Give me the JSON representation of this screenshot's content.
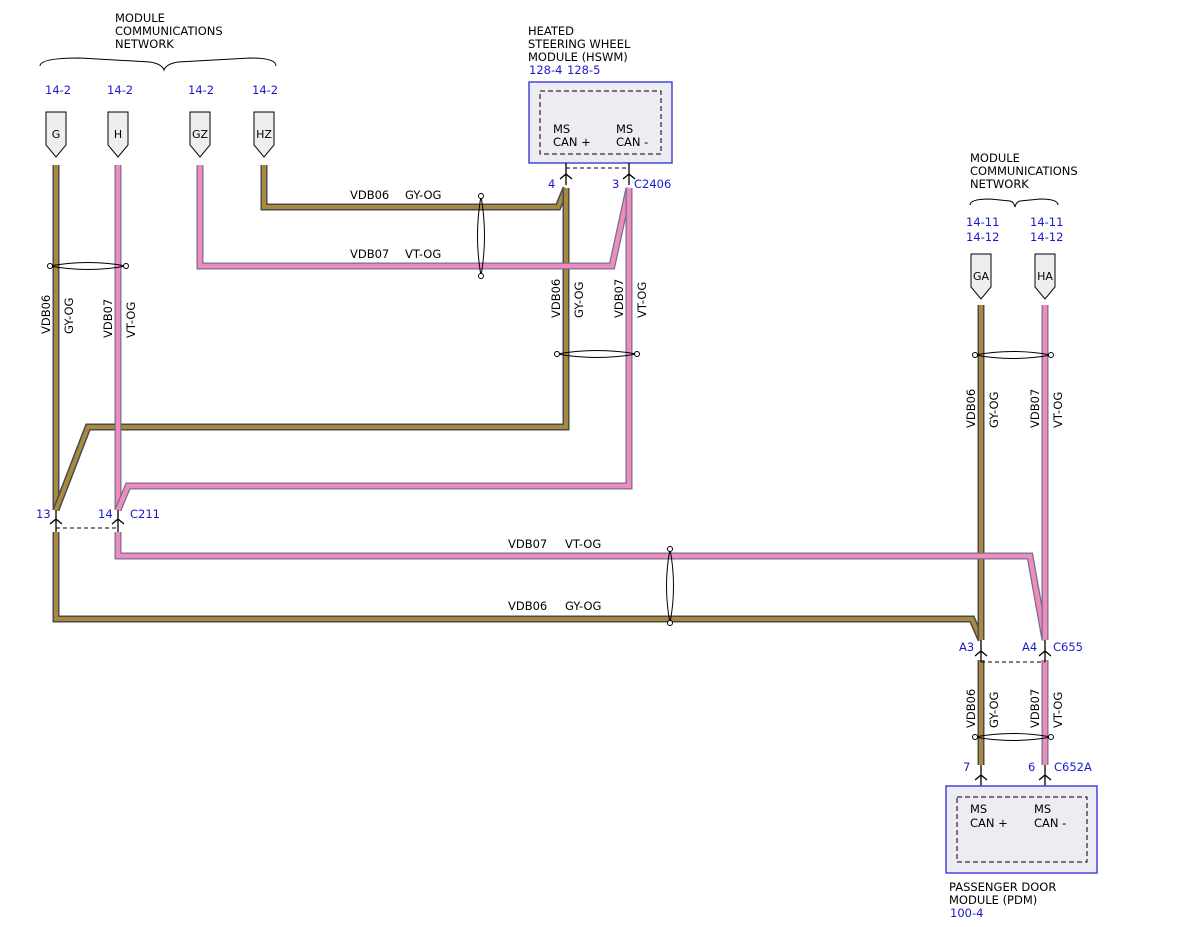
{
  "network_left": {
    "line1": "MODULE",
    "line2": "COMMUNICATIONS",
    "line3": "NETWORK"
  },
  "network_right": {
    "line1": "MODULE",
    "line2": "COMMUNICATIONS",
    "line3": "NETWORK"
  },
  "left_connectors": [
    {
      "ref": "14-2",
      "letter": "G"
    },
    {
      "ref": "14-2",
      "letter": "H"
    },
    {
      "ref": "14-2",
      "letter": "GZ"
    },
    {
      "ref": "14-2",
      "letter": "HZ"
    }
  ],
  "right_connectors": [
    {
      "ref1": "14-11",
      "ref2": "14-12",
      "letter": "GA"
    },
    {
      "ref1": "14-11",
      "ref2": "14-12",
      "letter": "HA"
    }
  ],
  "hswm": {
    "title1": "HEATED",
    "title2": "STEERING WHEEL",
    "title3": "MODULE (HSWM)",
    "ref1": "128-4",
    "ref2": "128-5",
    "pin_plus_line1": "MS",
    "pin_plus_line2": "CAN +",
    "pin_minus_line1": "MS",
    "pin_minus_line2": "CAN -",
    "pin_plus_num": "4",
    "pin_minus_num": "3",
    "connector": "C2406"
  },
  "pdm": {
    "title1": "PASSENGER DOOR",
    "title2": "MODULE (PDM)",
    "ref": "100-4",
    "pin_plus_line1": "MS",
    "pin_plus_line2": "CAN +",
    "pin_minus_line1": "MS",
    "pin_minus_line2": "CAN -",
    "pin_plus_num": "7",
    "pin_minus_num": "6",
    "connector": "C652A"
  },
  "c211": {
    "pin_a": "13",
    "pin_b": "14",
    "name": "C211"
  },
  "c655": {
    "pin_a": "A3",
    "pin_b": "A4",
    "name": "C655"
  },
  "wires": {
    "can_plus": {
      "circuit": "VDB06",
      "color": "GY-OG"
    },
    "can_minus": {
      "circuit": "VDB07",
      "color": "VT-OG"
    }
  },
  "colors": {
    "gy_og": "#a88a3a",
    "vt_og": "#f08cbc",
    "ref_blue": "#1a1acc",
    "module_border": "#3a3ad8"
  }
}
